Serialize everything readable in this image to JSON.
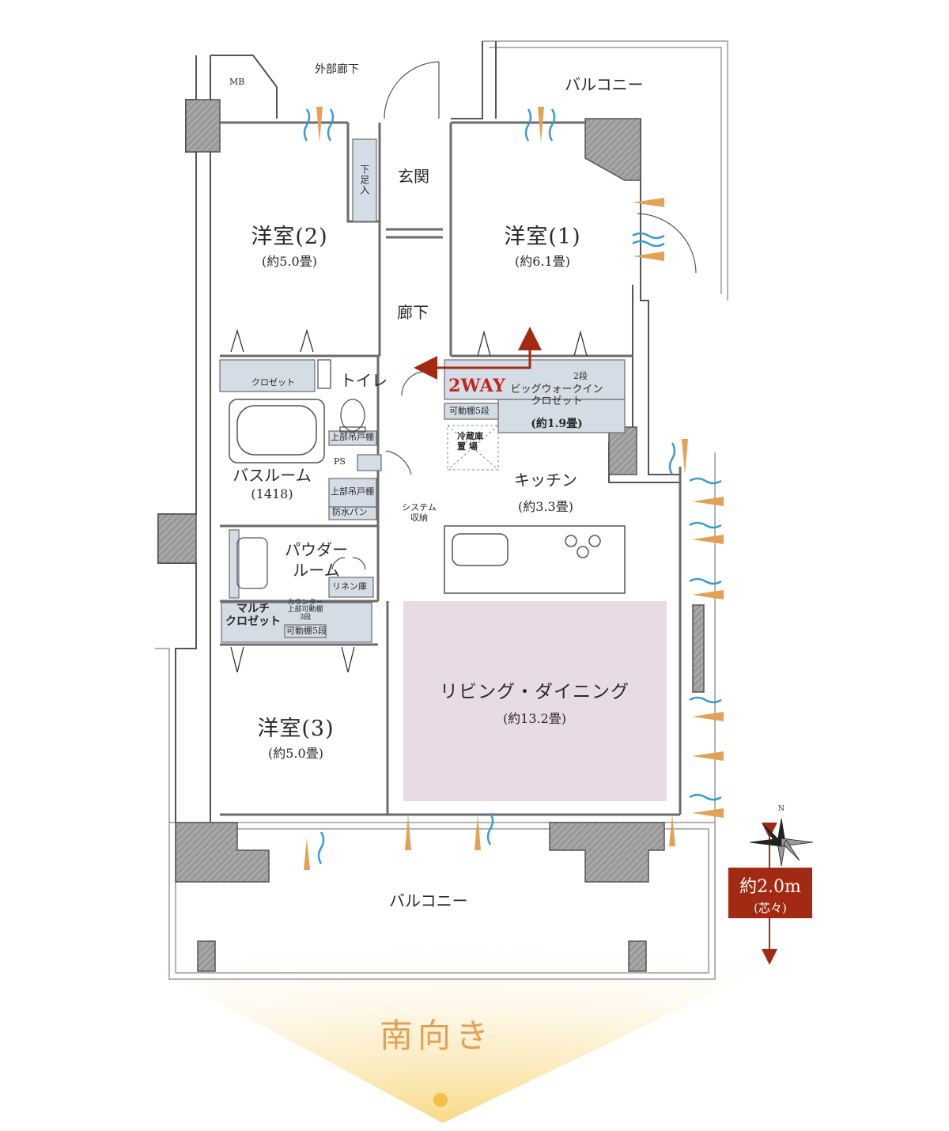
{
  "labels": {
    "external_corridor": "外部廊下",
    "mb": "MB",
    "balcony_top": "バルコニー",
    "balcony_bottom": "バルコニー",
    "entrance": "玄関",
    "shoe_storage": "下足入",
    "corridor": "廊下",
    "toilet": "トイレ",
    "closet": "クロゼット",
    "upper_cabinet_toilet": "上部吊戸棚",
    "ps": "PS",
    "upper_cabinet_wash": "上部吊戸棚",
    "waterproof_pan": "防水パン",
    "system_storage": "システム\n収納",
    "linen": "リネン庫",
    "counter_shelf": "カウンター\n上部可動棚\n3段",
    "movable_shelf_5": "可動棚5段",
    "movable_shelf_5_wic": "可動棚5段",
    "two_shelves": "2段",
    "two_way": "2WAY",
    "fridge": "冷蔵庫\n置 場",
    "south_facing": "南向き",
    "compass_n": "N"
  },
  "rooms": {
    "western2": {
      "name": "洋室(2)",
      "size": "(約5.0畳)"
    },
    "western1": {
      "name": "洋室(1)",
      "size": "(約6.1畳)"
    },
    "western3": {
      "name": "洋室(3)",
      "size": "(約5.0畳)"
    },
    "kitchen": {
      "name": "キッチン",
      "size": "(約3.3畳)"
    },
    "living": {
      "name": "リビング・ダイニング",
      "size": "(約13.2畳)"
    },
    "bathroom": {
      "name": "バスルーム",
      "size": "(1418)"
    },
    "powder": {
      "name": "パウダー\nルーム"
    },
    "multi_closet": {
      "name": "マルチ\nクロゼット"
    },
    "walkin": {
      "name": "ビッグウォークイン\nクロゼット",
      "size": "(約1.9畳)"
    }
  },
  "height_badge": {
    "value": "約2.0m",
    "note": "(芯々)"
  },
  "colors": {
    "wall": "#8c8c8c",
    "storage": "#d4dde5",
    "living_fill": "#e9dbe6",
    "arrow_red": "#a32a12",
    "wind_blue": "#3d9ad1",
    "sun_orange": "#e3a155"
  }
}
